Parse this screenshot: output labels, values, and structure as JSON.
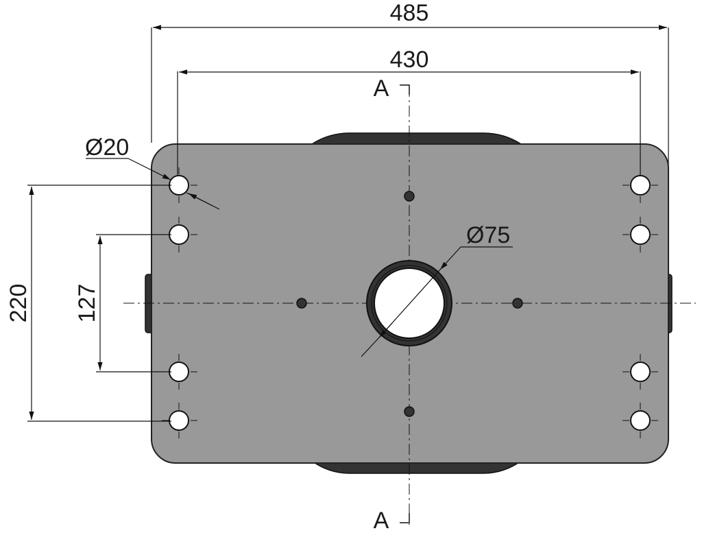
{
  "drawing": {
    "dimensions": {
      "overall_width": "485",
      "hole_spacing_width": "430",
      "outer_hole_spacing_height": "220",
      "inner_hole_spacing_height": "127",
      "hole_diameter": "Ø20",
      "center_bore_diameter": "Ø75"
    },
    "section_label_top": "A",
    "section_label_bottom": "A"
  },
  "colors": {
    "plate": "#999999",
    "plate_edge": "#222222",
    "dark_part": "#333333",
    "line": "#111111",
    "hole": "#ffffff"
  }
}
